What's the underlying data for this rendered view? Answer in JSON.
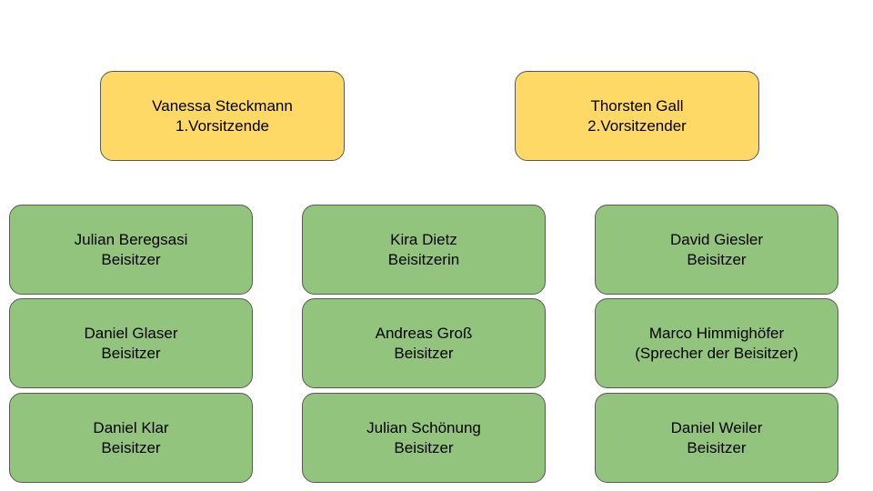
{
  "board": {
    "chairs": [
      {
        "name": "Vanessa Steckmann",
        "role": "1.Vorsitzende"
      },
      {
        "name": "Thorsten Gall",
        "role": "2.Vorsitzender"
      }
    ],
    "members": [
      {
        "name": "Julian Beregsasi",
        "role": "Beisitzer"
      },
      {
        "name": "Kira Dietz",
        "role": "Beisitzerin"
      },
      {
        "name": "David Giesler",
        "role": "Beisitzer"
      },
      {
        "name": "Daniel Glaser",
        "role": "Beisitzer"
      },
      {
        "name": "Andreas Groß",
        "role": "Beisitzer"
      },
      {
        "name": "Marco Himmighöfer",
        "role": "(Sprecher der Beisitzer)"
      },
      {
        "name": "Daniel Klar",
        "role": "Beisitzer"
      },
      {
        "name": "Julian Schönung",
        "role": "Beisitzer"
      },
      {
        "name": "Daniel Weiler",
        "role": "Beisitzer"
      }
    ]
  },
  "colors": {
    "chair_fill": "#ffd966",
    "member_fill": "#93c47d",
    "border": "#595959"
  }
}
